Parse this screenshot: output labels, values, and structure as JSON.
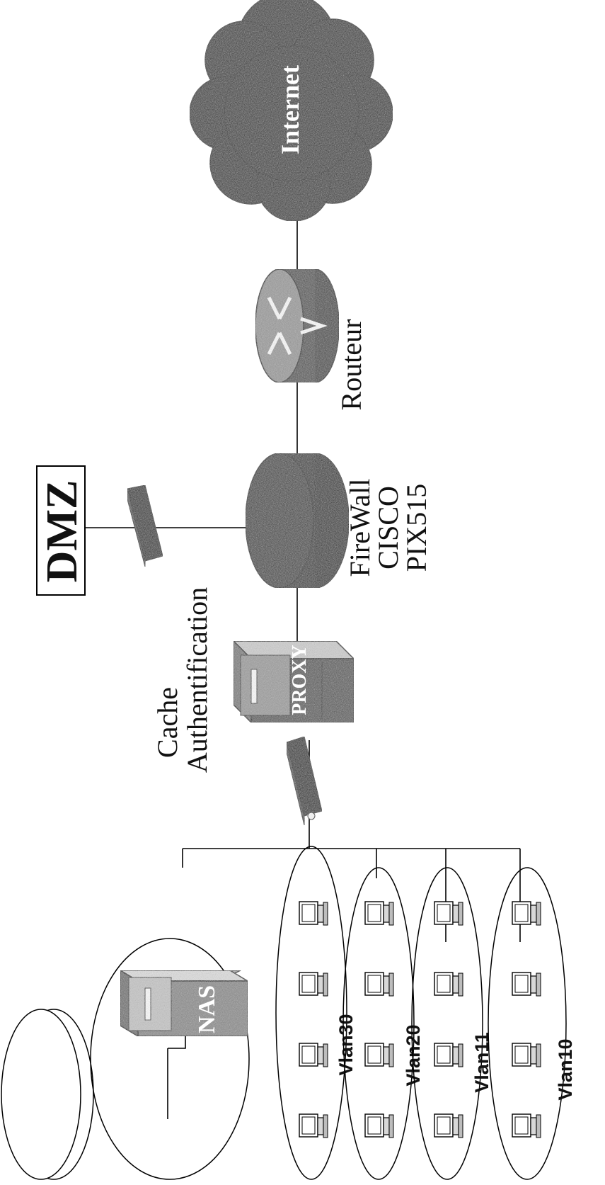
{
  "labels": {
    "dmz": "DMZ",
    "firewall": [
      "FireWall",
      "CISCO",
      "PIX515"
    ],
    "router": "Routeur",
    "proxy_roles": [
      "Cache",
      "Authentification"
    ],
    "proxy_text": "PROXY",
    "nas_text": "NAS",
    "internet": "Internet"
  },
  "vlans": [
    "Vlan30",
    "Vlan20",
    "Vlan11",
    "Vlan10"
  ],
  "colors": {
    "ink": "#000000",
    "device_dark": "#2b2b2b",
    "device_mid": "#6e6e6e",
    "device_light": "#b4b4b4",
    "background": "#ffffff"
  }
}
